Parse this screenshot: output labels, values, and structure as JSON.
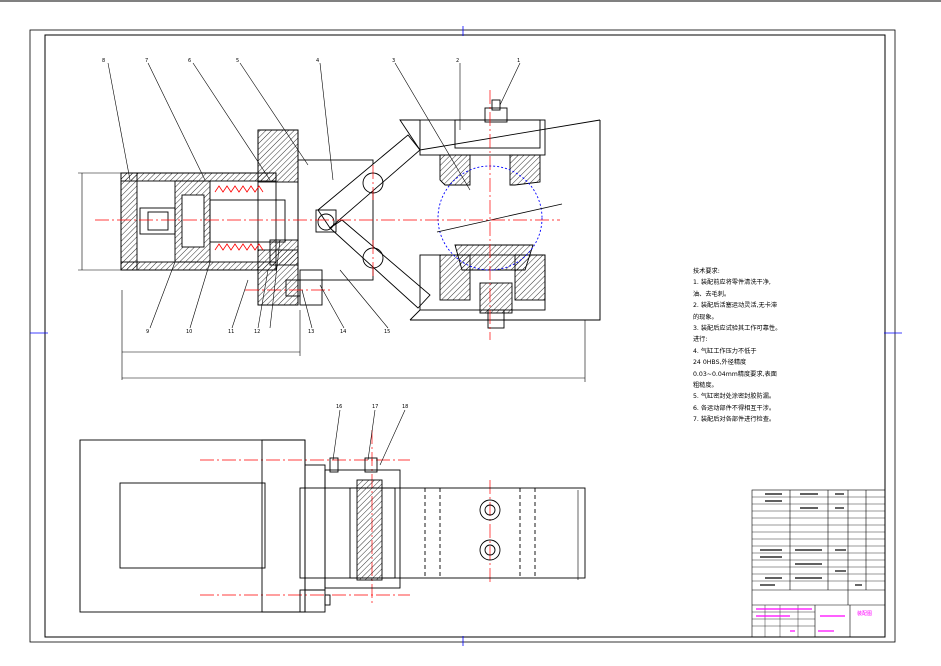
{
  "drawing": {
    "colors": {
      "outline": "#000000",
      "centerline": "#ff0000",
      "hatch": "#000000",
      "title_accent": "#ff00ff",
      "circle": "#0000ff",
      "border_tick": "#0000ff"
    },
    "callouts": [
      "8",
      "7",
      "6",
      "5",
      "4",
      "3",
      "2",
      "1",
      "9",
      "10",
      "11",
      "12",
      "13",
      "14",
      "15",
      "16",
      "17",
      "18"
    ],
    "title_block": {
      "title_cell": "装配图"
    }
  },
  "notes": {
    "heading": "技术要求:",
    "lines": [
      "1. 装配前应将零件清洗干净,",
      "油、去毛刺。",
      "2. 装配后活塞运动灵活,无卡滞",
      "的现象。",
      "3. 装配后应试验其工作可靠性。",
      "进行:",
      "4. 气缸工作压力不低于",
      "24 0HBS,外径精度",
      "0.03~0.04mm精度要求,表面",
      "粗糙度。",
      "5. 气缸密封处涂密封胶防漏。",
      "6. 各运动部件不得相互干涉。",
      "7. 装配后对各部件进行检查。"
    ]
  }
}
